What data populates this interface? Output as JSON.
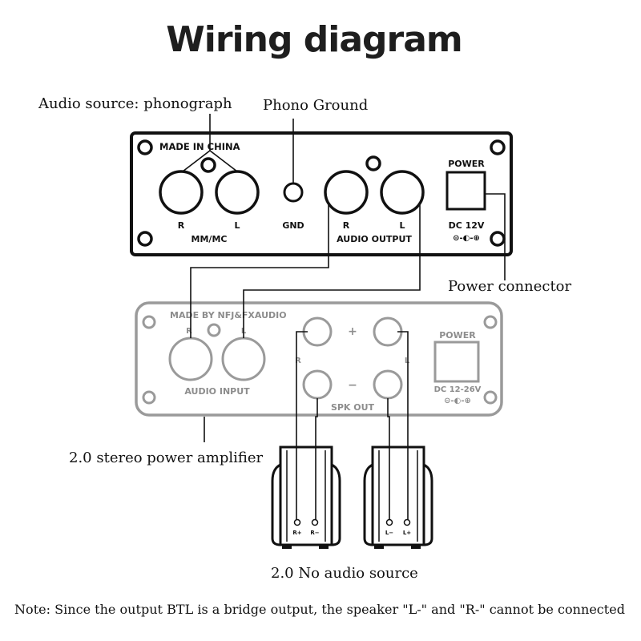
{
  "title": "Wiring diagram",
  "callouts": {
    "audio_source": "Audio source: phonograph",
    "phono_ground": "Phono Ground",
    "power_connector": "Power connector",
    "amplifier": "2.0 stereo power amplifier",
    "no_audio_source": "2.0 No audio source"
  },
  "preamp": {
    "made_in": "MADE IN CHINA",
    "jack_r": "R",
    "jack_l": "L",
    "mm_mc": "MM/MC",
    "gnd": "GND",
    "out_r": "R",
    "out_l": "L",
    "audio_output": "AUDIO OUTPUT",
    "power": "POWER",
    "dc": "DC 12V",
    "polarity_symbol": "⊝-◐-⊕"
  },
  "amplifier": {
    "made_by": "MADE BY NFJ&FXAUDIO",
    "in_r": "R",
    "in_l": "L",
    "audio_input": "AUDIO INPUT",
    "plus": "+",
    "minus": "−",
    "spk_r": "R",
    "spk_l": "L",
    "spk_out": "SPK OUT",
    "power": "POWER",
    "dc": "DC 12-26V",
    "polarity_symbol": "⊝-◐-⊕"
  },
  "speakers": {
    "right": {
      "term_a": "R+",
      "term_b": "R−"
    },
    "left": {
      "term_a": "L−",
      "term_b": "L+"
    }
  },
  "note": "Note: Since the output BTL is a bridge output, the speaker \"L-\" and \"R-\" cannot be connected",
  "colors": {
    "ink": "#111111",
    "amp_grey": "#9a9a9a",
    "title": "#1e1e1e"
  }
}
